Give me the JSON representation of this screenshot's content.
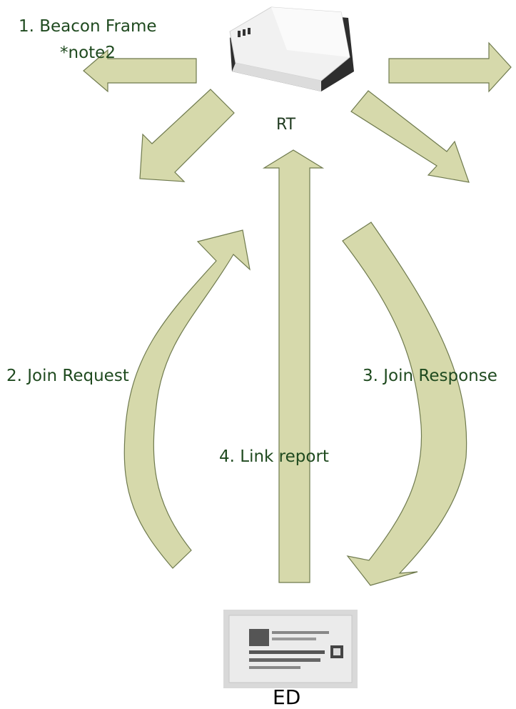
{
  "diagram": {
    "title": "",
    "router": {
      "label": "RT",
      "icon": "router-device-icon"
    },
    "end_device": {
      "label": "ED",
      "icon": "e-paper-label-icon"
    },
    "steps": [
      {
        "id": "beacon",
        "label": "1. Beacon Frame",
        "note": "*note2"
      },
      {
        "id": "join-request",
        "label": "2. Join Request"
      },
      {
        "id": "join-response",
        "label": "3. Join Response"
      },
      {
        "id": "link-report",
        "label": "4. Link report"
      }
    ],
    "colors": {
      "arrow_fill": "#d6d9ab",
      "arrow_stroke": "#6f7a4e",
      "label_text": "#1f4a1f"
    }
  }
}
